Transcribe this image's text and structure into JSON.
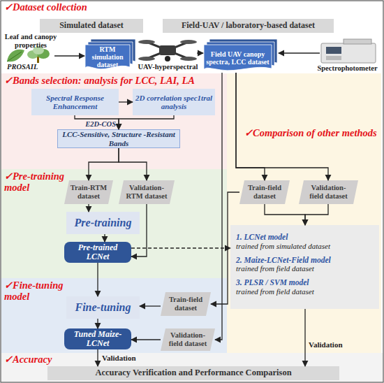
{
  "diagram": {
    "nodes": [
      {
        "text": [
          "✓Dataset collection"
        ]
      },
      {
        "text": [
          "Simulated dataset"
        ],
        "in": 0
      },
      {
        "text": [
          "Field-UAV / laboratory-based dataset"
        ],
        "in": 0
      },
      {
        "text": [
          "RTM simulation dataset"
        ],
        "in": 0
      },
      {
        "text": [
          "Field UAV canopy spectra, LCC dataset"
        ],
        "in": 0
      },
      {
        "text": [
          "✓Bands selection: analysis for LCC, LAI, LA"
        ]
      },
      {
        "text": [
          "Spectral Response Enhancement"
        ],
        "in": 5
      },
      {
        "text": [
          "2D correlation spec1tral analysis"
        ],
        "in": 5
      },
      {
        "text": [
          "LCC-Sensitive, Structure -Resistant Bands"
        ],
        "in": 5
      },
      {
        "text": [
          "✓Comparison of other methods"
        ]
      },
      {
        "text": [
          "Train-field dataset"
        ],
        "in": 9
      },
      {
        "text": [
          "Validation-field dataset"
        ],
        "in": 9
      },
      {
        "text": [
          "1. LCNet model",
          "trained from simulated dataset",
          "2. Maize-LCNet-Field model",
          "trained from field dataset",
          "3. PLSR / SVM model",
          "trained from field dataset"
        ],
        "in": 9
      },
      {
        "text": [
          "✓Pre-training model"
        ]
      },
      {
        "text": [
          "Train-RTM dataset"
        ],
        "in": 13
      },
      {
        "text": [
          "Validation-RTM dataset"
        ],
        "in": 13
      },
      {
        "text": [
          "Pre-training"
        ],
        "in": 13
      },
      {
        "text": [
          "Pre-trained LCNet"
        ],
        "in": 13
      },
      {
        "text": [
          "✓Fine-tuning model"
        ]
      },
      {
        "text": [
          "Fine-tuning"
        ],
        "in": 18
      },
      {
        "text": [
          "Train-field dataset"
        ],
        "in": 18
      },
      {
        "text": [
          "Tuned Maize-LCNet"
        ],
        "in": 18
      },
      {
        "text": [
          "Validation-field dataset"
        ],
        "in": 18
      },
      {
        "text": [
          "✓Accuracy"
        ]
      },
      {
        "text": [
          "Accuracy Verification and Performance Comparison"
        ],
        "in": 23
      }
    ],
    "edges": [
      {
        "from": 6,
        "to": 7,
        "arrow": "to"
      },
      {
        "from": 6,
        "to": 8,
        "arrow": "to"
      },
      {
        "from": 7,
        "to": 8,
        "arrow": "to"
      },
      {
        "from": 8,
        "to": 14,
        "arrow": "to"
      },
      {
        "from": 8,
        "to": 15,
        "arrow": "to"
      },
      {
        "from": 14,
        "to": 16,
        "arrow": "to"
      },
      {
        "from": 16,
        "to": 17,
        "arrow": "to"
      },
      {
        "from": 15,
        "to": 17,
        "arrow": "to"
      },
      {
        "from": 17,
        "to": 12,
        "arrow": "to"
      },
      {
        "from": 17,
        "to": 19,
        "arrow": "to"
      },
      {
        "from": 4,
        "to": 10,
        "arrow": "to"
      },
      {
        "from": 4,
        "to": 11,
        "arrow": "to"
      },
      {
        "from": 10,
        "to": 12,
        "arrow": "to"
      },
      {
        "from": 11,
        "to": 12,
        "arrow": "to"
      },
      {
        "from": 4,
        "to": 22,
        "arrow": "to"
      },
      {
        "from": 10,
        "to": 20,
        "arrow": "to"
      },
      {
        "from": 20,
        "to": 19,
        "arrow": "to"
      },
      {
        "from": 19,
        "to": 21,
        "arrow": "to"
      },
      {
        "from": 22,
        "to": 21,
        "arrow": "to"
      },
      {
        "from": 21,
        "to": 24,
        "label": "Validation",
        "arrow": "to"
      },
      {
        "from": 12,
        "to": 24,
        "label": "Validation",
        "arrow": "to"
      }
    ],
    "labels": [
      "Leaf and canopy properties",
      "PROSAIL",
      "UAV-hyperspectral",
      "Spectrophotometer",
      "E2D-COS"
    ]
  }
}
